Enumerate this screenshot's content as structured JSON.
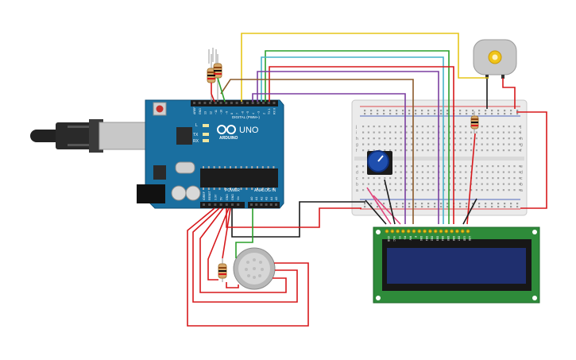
{
  "arduino": {
    "brand": "ARDUINO",
    "model": "UNO",
    "digital_header": "DIGITAL (PWM~)",
    "power_header": "POWER",
    "analog_header": "ANALOG IN",
    "tx_label": "TX",
    "rx_label": "RX",
    "l_label": "L",
    "digital_pins": [
      "AREF",
      "GND",
      "13",
      "12",
      "~11",
      "~10",
      "~9",
      "8",
      "7",
      "~6",
      "~5",
      "4",
      "~3",
      "2",
      "TX 1",
      "RX 0"
    ],
    "power_pins": [
      "IOREF",
      "RESET",
      "3.3V",
      "5V",
      "GND",
      "GND",
      "Vin"
    ],
    "analog_pins": [
      "A0",
      "A1",
      "A2",
      "A3",
      "A4",
      "A5"
    ],
    "board_color": "#1a6fa0"
  },
  "breadboard": {
    "row_letters_top": [
      "j",
      "i",
      "h",
      "g",
      "f"
    ],
    "row_letters_bottom": [
      "e",
      "d",
      "c",
      "b",
      "a"
    ]
  },
  "lcd": {
    "pin_labels": [
      "GND",
      "VCC",
      "V0",
      "RS",
      "RW",
      "E",
      "DB0",
      "DB1",
      "DB2",
      "DB3",
      "DB4",
      "DB5",
      "DB6",
      "DB7",
      "LED",
      "LED"
    ],
    "pcb_color": "#2e8b3a",
    "screen_color": "#1f2f6e"
  },
  "wire_colors": {
    "red": "#d7191c",
    "black": "#1a1a1a",
    "green": "#2ca02c",
    "yellow": "#e6c619",
    "brown": "#8b5a2b",
    "purple": "#7b3fa0",
    "cyan": "#46b4c8",
    "pink": "#e0457b"
  }
}
